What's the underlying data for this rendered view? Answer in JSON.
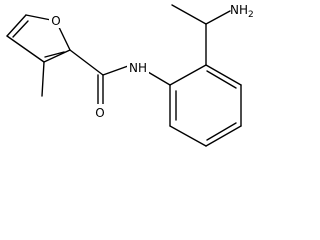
{
  "molecule": {
    "atoms": {
      "furan_oxygen": "O",
      "methyl_on_ring": "",
      "carbonyl_oxygen": "O",
      "amide_nitrogen": "NH",
      "amine": "NH",
      "amine_subscript": "2"
    }
  }
}
